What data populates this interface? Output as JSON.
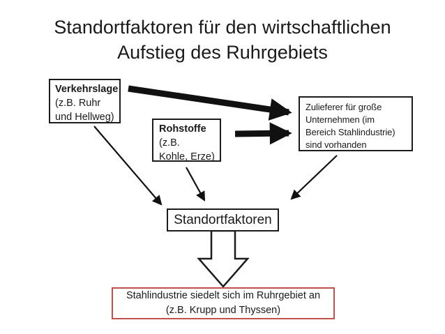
{
  "slide": {
    "title": {
      "line1": "Standortfaktoren für den wirtschaftlichen",
      "line2": "Aufstieg des Ruhrgebiets"
    },
    "boxes": {
      "verkehrslage": {
        "heading": "Verkehrslage",
        "lines": [
          "(z.B. Ruhr",
          "und Hellweg)"
        ]
      },
      "rohstoffe": {
        "heading": "Rohstoffe",
        "lines": [
          "(z.B.",
          "Kohle, Erze)"
        ]
      },
      "zulieferer": {
        "lines": [
          "Zulieferer für große",
          "Unternehmen (im",
          "Bereich Stahlindustrie)",
          "sind vorhanden"
        ]
      },
      "standortfaktoren": {
        "label": "Standortfaktoren"
      },
      "ergebnis": {
        "lines": [
          "Stahlindustrie siedelt sich im Ruhrgebiet an",
          "(z.B. Krupp und Thyssen)"
        ]
      }
    },
    "arrows": [
      {
        "from": "verkehrslage",
        "to": "zulieferer",
        "style": "thick"
      },
      {
        "from": "rohstoffe",
        "to": "zulieferer",
        "style": "thick"
      },
      {
        "from": "verkehrslage",
        "to": "standortfaktoren",
        "style": "thin"
      },
      {
        "from": "rohstoffe",
        "to": "standortfaktoren",
        "style": "thin"
      },
      {
        "from": "zulieferer",
        "to": "standortfaktoren",
        "style": "thin"
      },
      {
        "from": "standortfaktoren",
        "to": "ergebnis",
        "style": "block-outline"
      }
    ],
    "colors": {
      "box_border": "#1c1c1c",
      "ergebnis_border": "#c0504d",
      "arrow": "#111111",
      "text": "#1a1a1a",
      "background": "#ffffff"
    }
  }
}
